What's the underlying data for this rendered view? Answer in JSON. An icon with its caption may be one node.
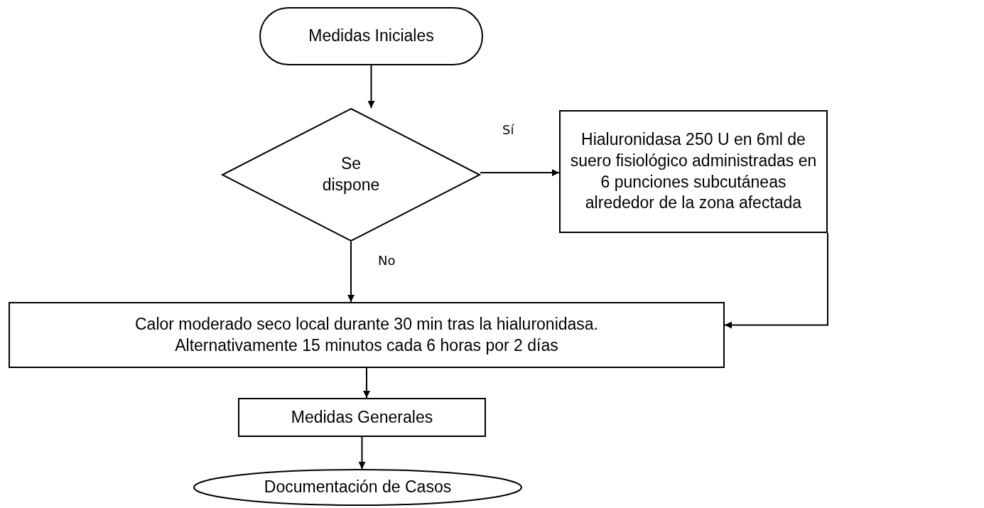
{
  "diagram": {
    "nodes": [
      {
        "text": [
          "Medidas Iniciales"
        ]
      },
      {
        "text": [
          "Se dispone"
        ]
      },
      {
        "text": [
          "Hialuronidasa 250 U en 6ml de suero fisiológico administradas en 6 punciones subcutáneas alrededor de la zona afectada"
        ]
      },
      {
        "text": [
          "Calor moderado seco local durante 30 min tras la hialuronidasa. Alternativamente 15 minutos cada 6 horas por 2 días"
        ]
      },
      {
        "text": [
          "Medidas Generales"
        ]
      },
      {
        "text": [
          "Documentación de Casos"
        ]
      }
    ],
    "edges": [
      {
        "from": 0,
        "to": 1,
        "arrow": "to"
      },
      {
        "from": 1,
        "to": 2,
        "arrow": "to",
        "label": "Sí"
      },
      {
        "from": 1,
        "to": 3,
        "arrow": "to",
        "label": "No"
      },
      {
        "from": 2,
        "to": 3,
        "arrow": "to"
      },
      {
        "from": 3,
        "to": 4,
        "arrow": "to"
      },
      {
        "from": 4,
        "to": 5,
        "arrow": "to"
      }
    ]
  }
}
